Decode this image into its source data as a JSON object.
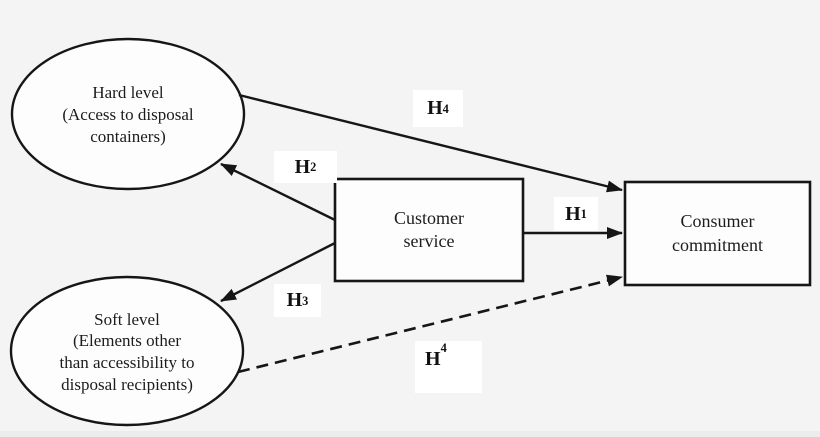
{
  "diagram": {
    "nodes": {
      "hard_level": "Hard level\n(Access to disposal\ncontainers)",
      "soft_level": "Soft level\n(Elements other\nthan accessibility to\ndisposal recipients)",
      "customer_service": "Customer\nservice",
      "consumer_commitment": "Consumer\ncommitment"
    },
    "labels": {
      "h1": {
        "text": "H",
        "sub": "1"
      },
      "h2": {
        "text": "H",
        "sub": "2"
      },
      "h3": {
        "text": "H",
        "sub": "3"
      },
      "h4_top": {
        "text": "H",
        "sub": "4"
      },
      "h4_bottom": {
        "text": "H",
        "sub": "4"
      }
    },
    "colors": {
      "background": "#f4f4f5",
      "node_fill": "#fdfdfe",
      "stroke": "#161616",
      "label_background": "#ffffff"
    }
  }
}
